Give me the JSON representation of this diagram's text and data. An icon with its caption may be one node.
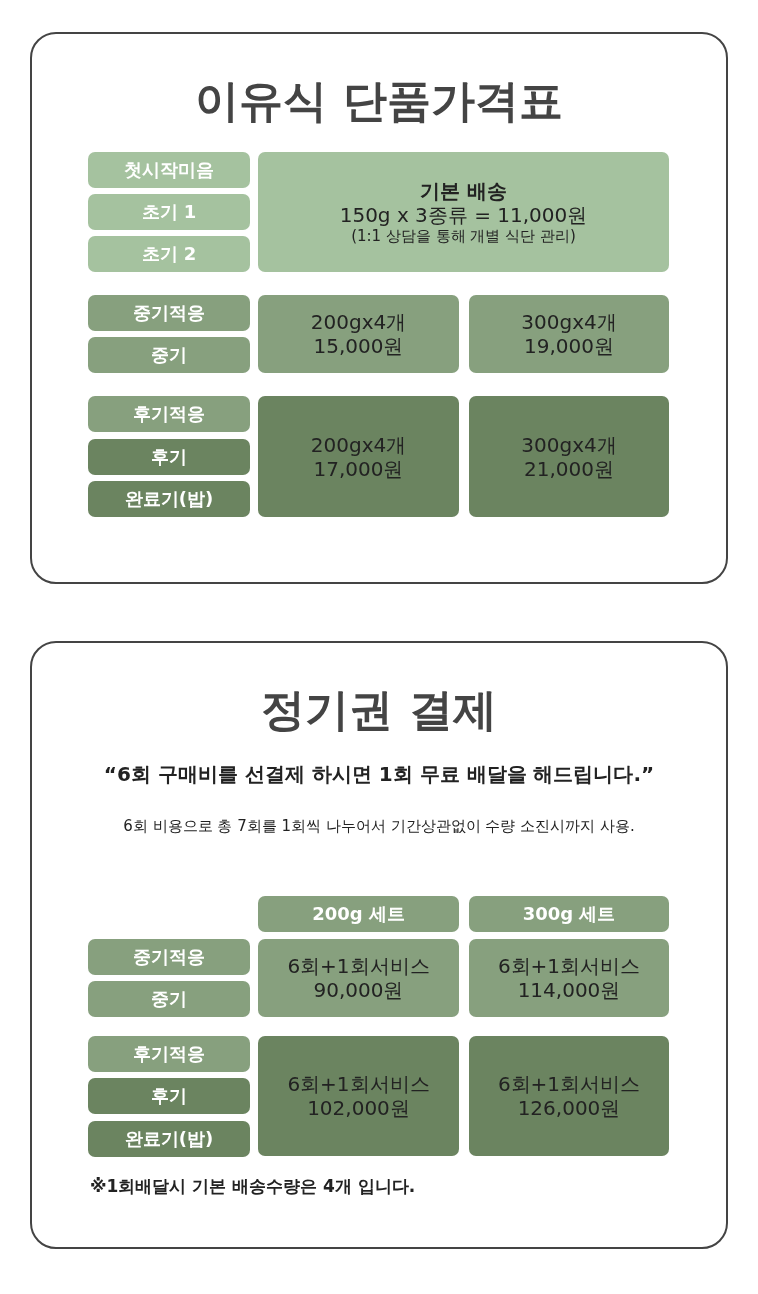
{
  "diagram": {
    "nodes": [
      {
        "text": [
          "이유식 단품가격표"
        ]
      },
      {
        "text": [
          "첫시작미음"
        ],
        "in": 0
      },
      {
        "text": [
          "초기 1"
        ],
        "in": 0
      },
      {
        "text": [
          "초기 2"
        ],
        "in": 0
      },
      {
        "text": [
          "기본 배송",
          "150g x 3종류 = 11,000원",
          "(1:1 상담을 통해 개별 식단 관리)"
        ],
        "in": 0
      },
      {
        "text": [
          "중기적응"
        ],
        "in": 0
      },
      {
        "text": [
          "중기"
        ],
        "in": 0
      },
      {
        "text": [
          "200gx4개",
          "15,000원"
        ],
        "in": 0
      },
      {
        "text": [
          "300gx4개",
          "19,000원"
        ],
        "in": 0
      },
      {
        "text": [
          "후기적응"
        ],
        "in": 0
      },
      {
        "text": [
          "후기"
        ],
        "in": 0
      },
      {
        "text": [
          "완료기(밥)"
        ],
        "in": 0
      },
      {
        "text": [
          "200gx4개",
          "17,000원"
        ],
        "in": 0
      },
      {
        "text": [
          "300gx4개",
          "21,000원"
        ],
        "in": 0
      },
      {
        "text": [
          "정기권 결제",
          "“6회 구매비를 선결제 하시면 1회 무료 배달을 해드립니다.”",
          "6회 비용으로 총 7회를 1회씩 나누어서 기간상관없이 수량 소진시까지 사용.",
          "※1회배달시 기본 배송수량은 4개 입니다."
        ]
      },
      {
        "text": [
          "200g 세트"
        ],
        "in": 14
      },
      {
        "text": [
          "300g 세트"
        ],
        "in": 14
      },
      {
        "text": [
          "중기적응"
        ],
        "in": 14
      },
      {
        "text": [
          "중기"
        ],
        "in": 14
      },
      {
        "text": [
          "6회+1회서비스",
          "90,000원"
        ],
        "in": 14
      },
      {
        "text": [
          "6회+1회서비스",
          "114,000원"
        ],
        "in": 14
      },
      {
        "text": [
          "후기적응"
        ],
        "in": 14
      },
      {
        "text": [
          "후기"
        ],
        "in": 14
      },
      {
        "text": [
          "완료기(밥)"
        ],
        "in": 14
      },
      {
        "text": [
          "6회+1회서비스",
          "102,000원"
        ],
        "in": 14
      },
      {
        "text": [
          "6회+1회서비스",
          "126,000원"
        ],
        "in": 14
      }
    ]
  }
}
